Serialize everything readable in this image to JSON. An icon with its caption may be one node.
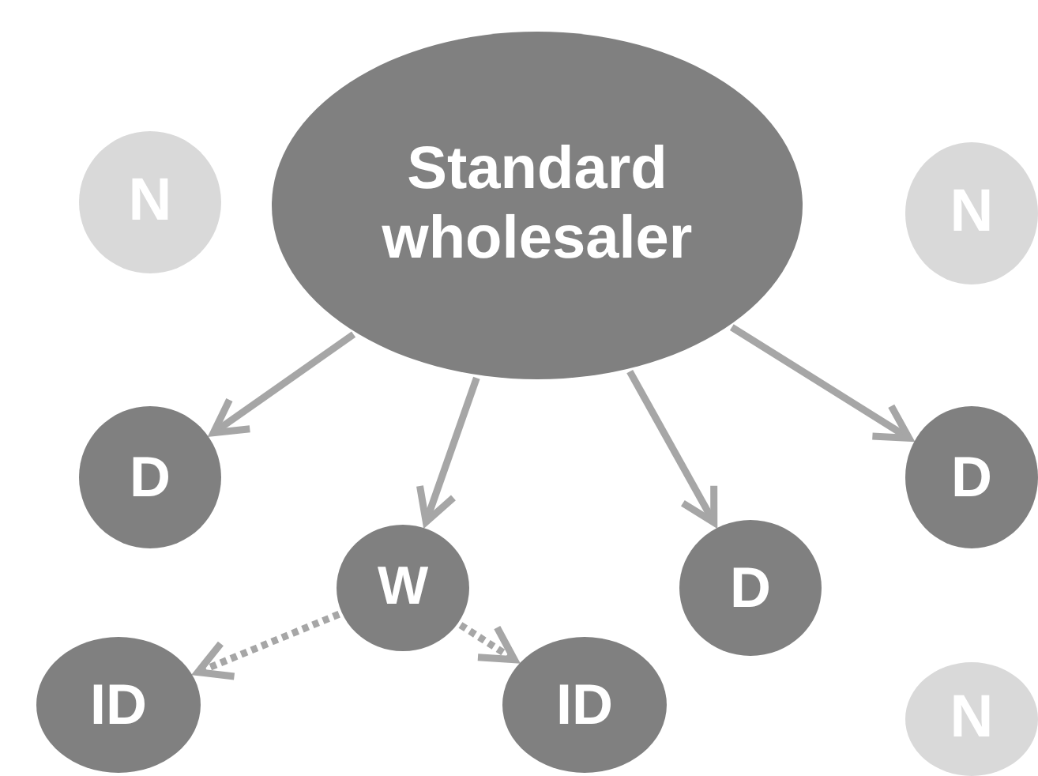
{
  "diagram": {
    "nodes": [
      {
        "text": [
          "N"
        ]
      },
      {
        "text": [
          "Standard wholesaler"
        ]
      },
      {
        "text": [
          "N"
        ]
      },
      {
        "text": [
          "D"
        ]
      },
      {
        "text": [
          "D"
        ]
      },
      {
        "text": [
          "W"
        ]
      },
      {
        "text": [
          "D"
        ]
      },
      {
        "text": [
          "ID"
        ]
      },
      {
        "text": [
          "ID"
        ]
      },
      {
        "text": [
          "N"
        ]
      }
    ],
    "edges": [
      {
        "from": 1,
        "to": 3,
        "arrow": "to"
      },
      {
        "from": 1,
        "to": 5,
        "arrow": "to"
      },
      {
        "from": 1,
        "to": 6,
        "arrow": "to"
      },
      {
        "from": 1,
        "to": 4,
        "arrow": "to"
      },
      {
        "from": 5,
        "to": 7,
        "arrow": "to",
        "style": "dashed"
      },
      {
        "from": 5,
        "to": 8,
        "arrow": "to",
        "style": "dashed"
      }
    ]
  }
}
